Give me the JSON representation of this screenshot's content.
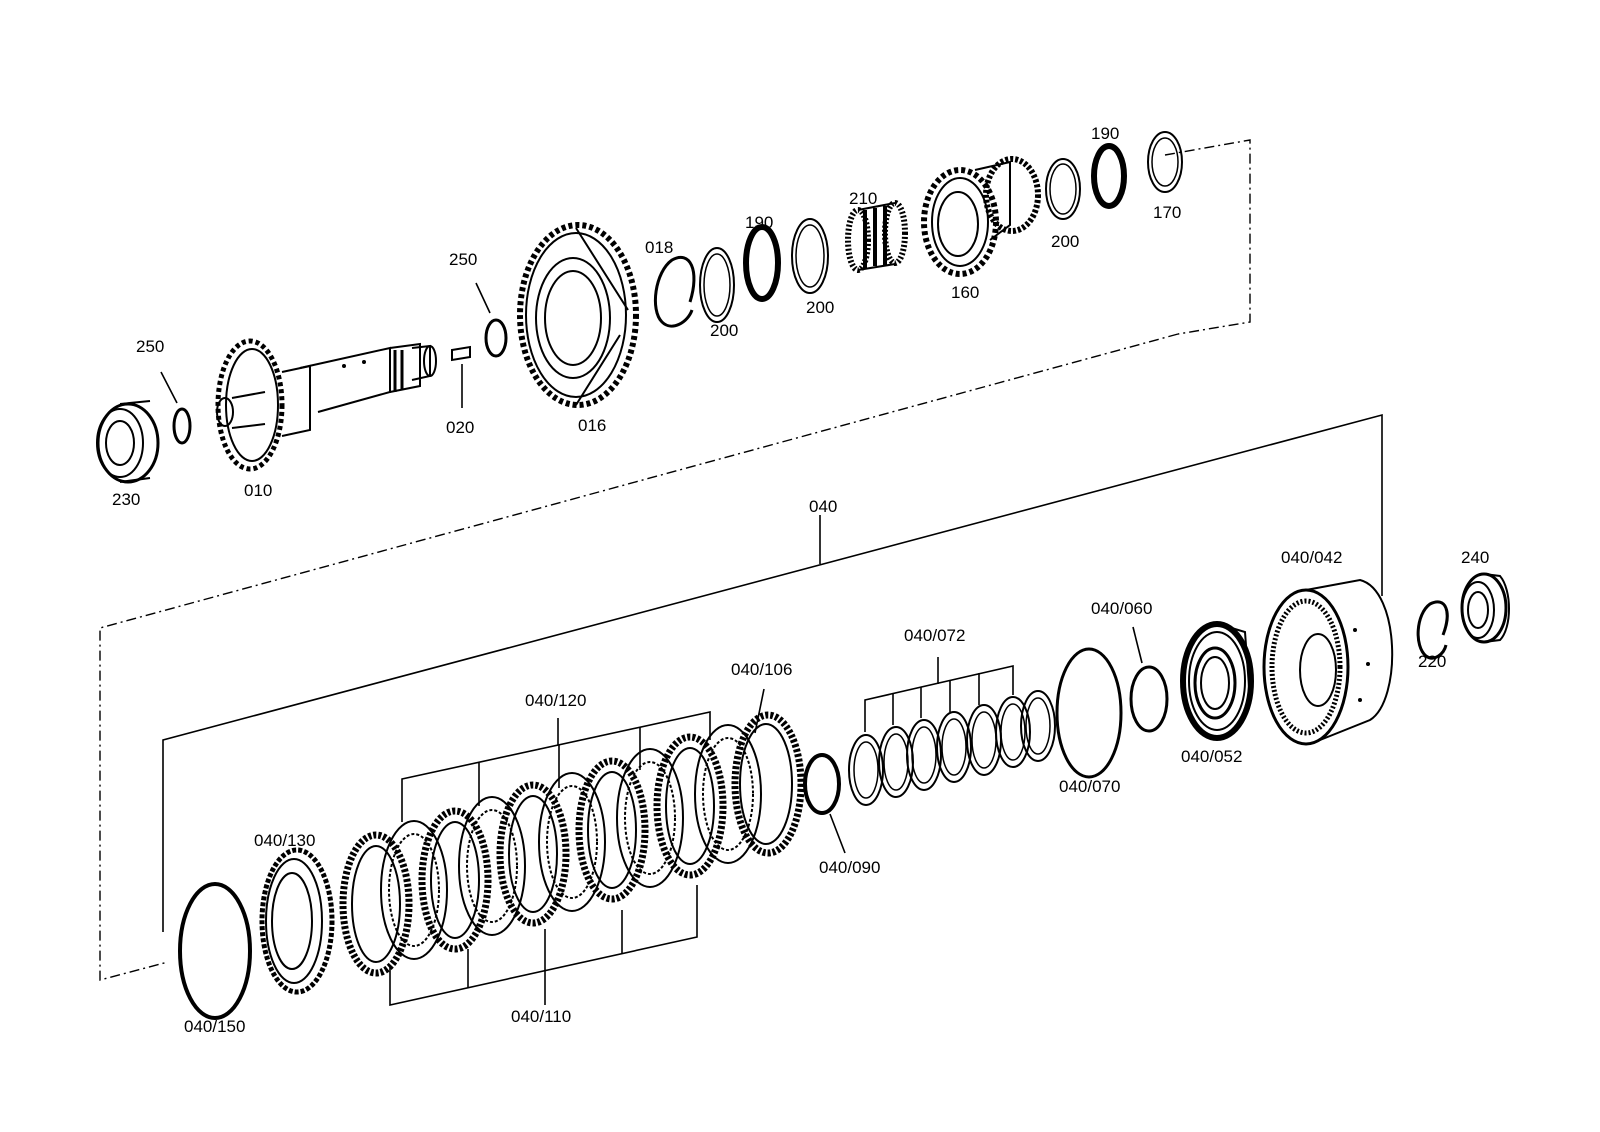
{
  "labels": {
    "p230": "230",
    "p250a": "250",
    "p010": "010",
    "p020": "020",
    "p250b": "250",
    "p016": "016",
    "p018": "018",
    "p200a": "200",
    "p190a": "190",
    "p200b": "200",
    "p210": "210",
    "p160": "160",
    "p200c": "200",
    "p190b": "190",
    "p170": "170",
    "p040": "040",
    "p040_042": "040/042",
    "p240": "240",
    "p220": "220",
    "p040_060": "040/060",
    "p040_052": "040/052",
    "p040_070": "040/070",
    "p040_072": "040/072",
    "p040_090": "040/090",
    "p040_106": "040/106",
    "p040_120": "040/120",
    "p040_110": "040/110",
    "p040_130": "040/130",
    "p040_150": "040/150"
  }
}
